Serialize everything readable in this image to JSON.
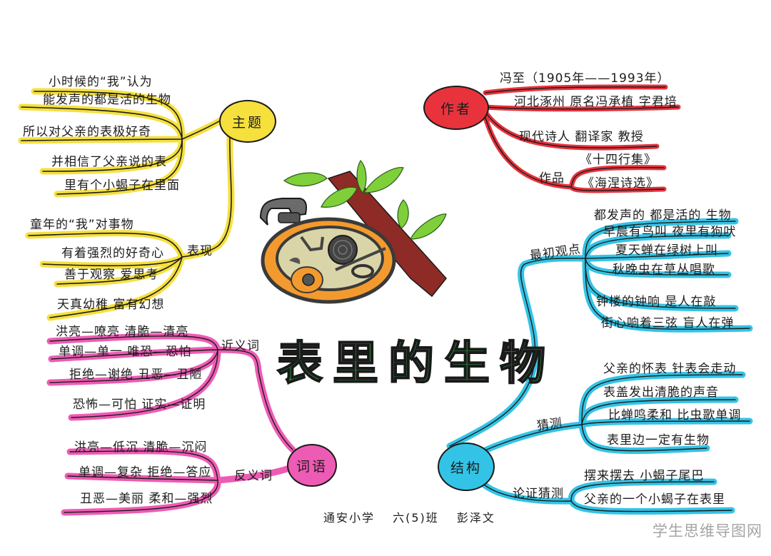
{
  "title": "表里的生物",
  "colors": {
    "theme": "#f5e03c",
    "author": "#e8333d",
    "words": "#ee5bb4",
    "structure": "#33c3e6",
    "title": "#2e8b3e"
  },
  "nodes": {
    "theme": {
      "label": "主题",
      "items": [
        "小时候的“我”认为",
        "能发声的都是活的生物",
        "所以对父亲的表极好奇",
        "并相信了父亲说的表",
        "里有个小蝎子在里面"
      ],
      "performance": {
        "label": "表现",
        "items": [
          "童年的“我”对事物",
          "有着强烈的好奇心",
          "善于观察 爱思考",
          "天真幼稚 富有幻想"
        ]
      }
    },
    "author": {
      "label": "作者",
      "items": [
        "冯至（1905年——1993年）",
        "河北涿州 原名冯承植 字君培",
        "现代诗人 翻译家 教授"
      ],
      "works": {
        "label": "作品",
        "items": [
          "《十四行集》",
          "《海涅诗选》"
        ]
      }
    },
    "words": {
      "label": "词语",
      "synonyms": {
        "label": "近义词",
        "items": [
          "洪亮—嘹亮 清脆—清亮",
          "单调—单一 唯恐—恐怕",
          "拒绝—谢绝 丑恶—丑陋",
          "恐怖—可怕 证实—证明"
        ]
      },
      "antonyms": {
        "label": "反义词",
        "items": [
          "洪亮—低沉 清脆—沉闷",
          "单调—复杂 拒绝—答应",
          "丑恶—美丽 柔和—强烈"
        ]
      }
    },
    "structure": {
      "label": "结构",
      "initial_view": {
        "label": "最初观点",
        "items": [
          "都发声的 都是活的 生物",
          "早晨有鸟叫 夜里有狗吠",
          "夏天蝉在绿树上叫",
          "秋晚虫在草丛唱歌",
          "钟楼的钟响 是人在敲",
          "街心响着三弦 盲人在弹"
        ]
      },
      "guess": {
        "label": "猜测",
        "items": [
          "父亲的怀表 针表会走动",
          "表盖发出清脆的声音",
          "比蝉鸣柔和 比虫歌单调",
          "表里边一定有生物"
        ]
      },
      "confirm": {
        "label": "论证猜测",
        "items": [
          "摆来摆去 小蝎子尾巴",
          "父亲的一个小蝎子在表里"
        ]
      }
    }
  },
  "footer": {
    "school": "通安小学",
    "class": "六(5)班",
    "name": "彭泽文"
  },
  "watermark": "学生思维导图网",
  "illustration": {
    "icons": [
      "pocket-watch-icon",
      "branch-icon",
      "leaf-icon"
    ]
  }
}
